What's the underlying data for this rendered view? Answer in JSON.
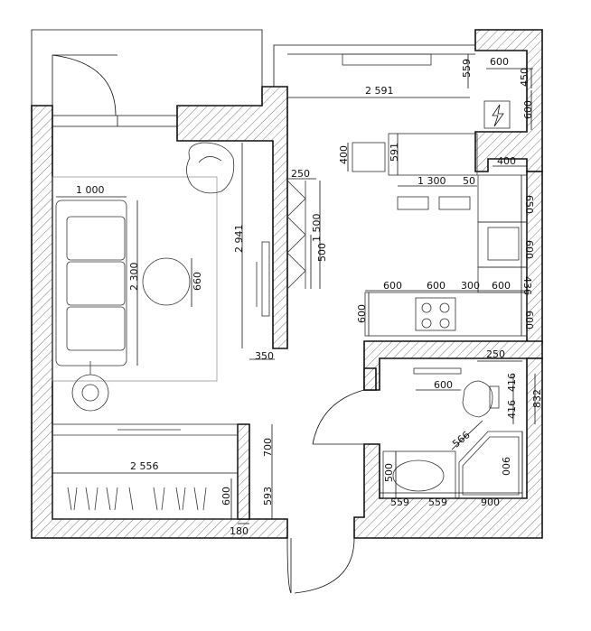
{
  "dimensions": {
    "kitchen_width": "2 591",
    "top_600": "600",
    "top_559": "559",
    "niche_450": "450",
    "niche_600": "600",
    "wall_400": "400",
    "wall_650": "650",
    "wall_600": "600",
    "wall_436": "436",
    "wall_600b": "600",
    "chair_400": "400",
    "chair_591": "591",
    "table_1300": "1 300",
    "table_50": "50",
    "counter_600a": "600",
    "counter_600b": "600",
    "counter_300": "300",
    "counter_600c": "600",
    "counter_600_side": "600",
    "partition_250": "250",
    "partition_1500": "1 500",
    "partition_500": "500",
    "tv_2941": "2 941",
    "wall_350": "350",
    "sofa_1000": "1 000",
    "sofa_2300": "2 300",
    "table_660": "660",
    "wardrobe_2556": "2 556",
    "wardrobe_600": "600",
    "wall_700": "700",
    "wall_593": "593",
    "wall_180": "180",
    "bath_250": "250",
    "bath_600": "600",
    "bath_416a": "416",
    "bath_416b": "416",
    "bath_832": "832",
    "bath_566": "566",
    "bath_900_side": "900",
    "bath_500": "500",
    "bath_559a": "559",
    "bath_559b": "559",
    "bath_900": "900"
  },
  "icons": {
    "electric_panel": "lightning-bolt-icon"
  }
}
